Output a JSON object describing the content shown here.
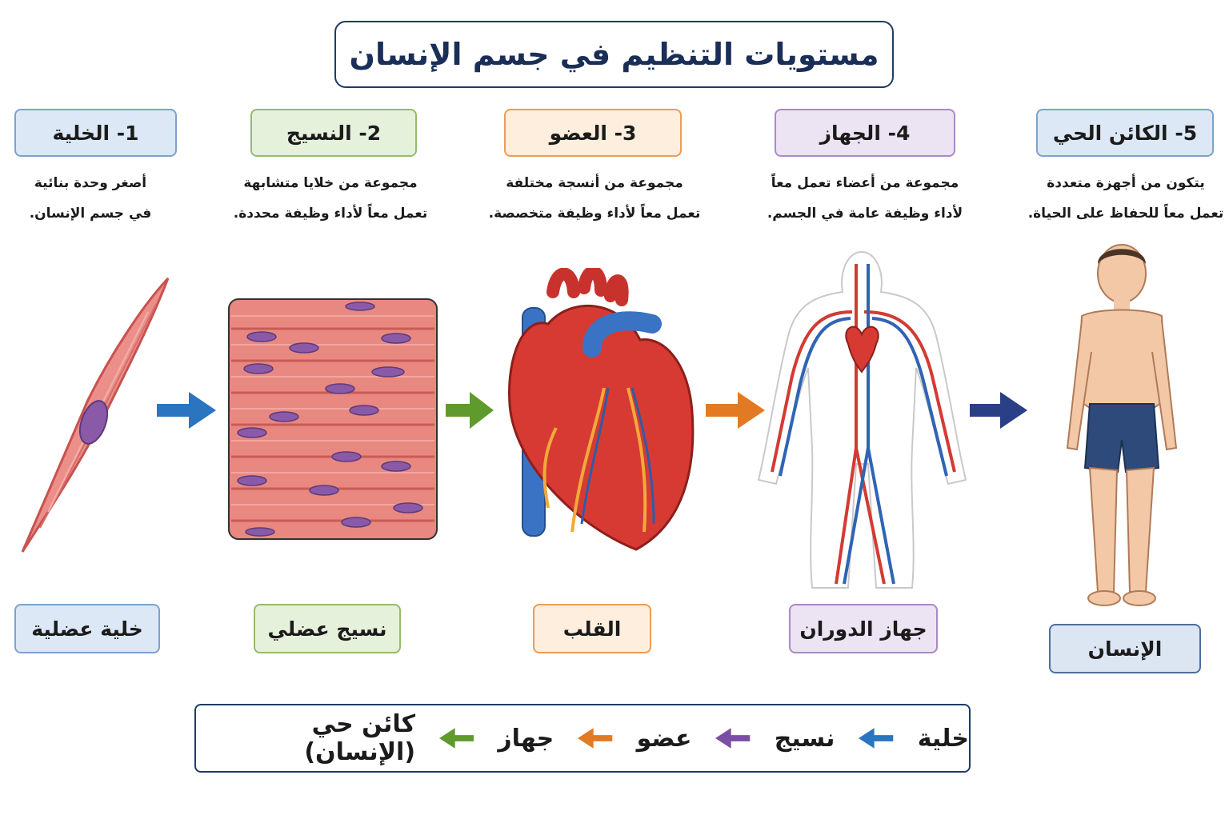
{
  "title": "مستويات التنظيم في جسم الإنسان",
  "stages": [
    {
      "heading": "1- الخلية",
      "desc_line1": "أصغر وحدة بنائية",
      "desc_line2": "في جسم الإنسان.",
      "example": "خلية عضلية",
      "color": "#dce8f5"
    },
    {
      "heading": "2- النسيج",
      "desc_line1": "مجموعة من خلايا متشابهة",
      "desc_line2": "تعمل معاً لأداء وظيفة محددة.",
      "example": "نسيج عضلي",
      "color": "#e6f1dc"
    },
    {
      "heading": "3- العضو",
      "desc_line1": "مجموعة من أنسجة مختلفة",
      "desc_line2": "تعمل معاً لأداء وظيفة متخصصة.",
      "example": "القلب",
      "color": "#fdeedd"
    },
    {
      "heading": "4- الجهاز",
      "desc_line1": "مجموعة من أعضاء تعمل معاً",
      "desc_line2": "لأداء وظيفة عامة في الجسم.",
      "example": "جهاز الدوران",
      "color": "#ece3f3"
    },
    {
      "heading": "5- الكائن الحي",
      "desc_line1": "يتكون من أجهزة متعددة",
      "desc_line2": "تعمل معاً للحفاظ على الحياة.",
      "example": "الإنسان",
      "color": "#dce6f3"
    }
  ],
  "arrow_colors": [
    "#2a74c0",
    "#5e9a2c",
    "#e27a24",
    "#2b3f86"
  ],
  "summary": {
    "items": [
      "خلية",
      "نسيج",
      "عضو",
      "جهاز",
      "كائن حي (الإنسان)"
    ],
    "arrow_colors": [
      "#2a74c0",
      "#7a4fa3",
      "#e27a24",
      "#5e9a2c"
    ]
  }
}
